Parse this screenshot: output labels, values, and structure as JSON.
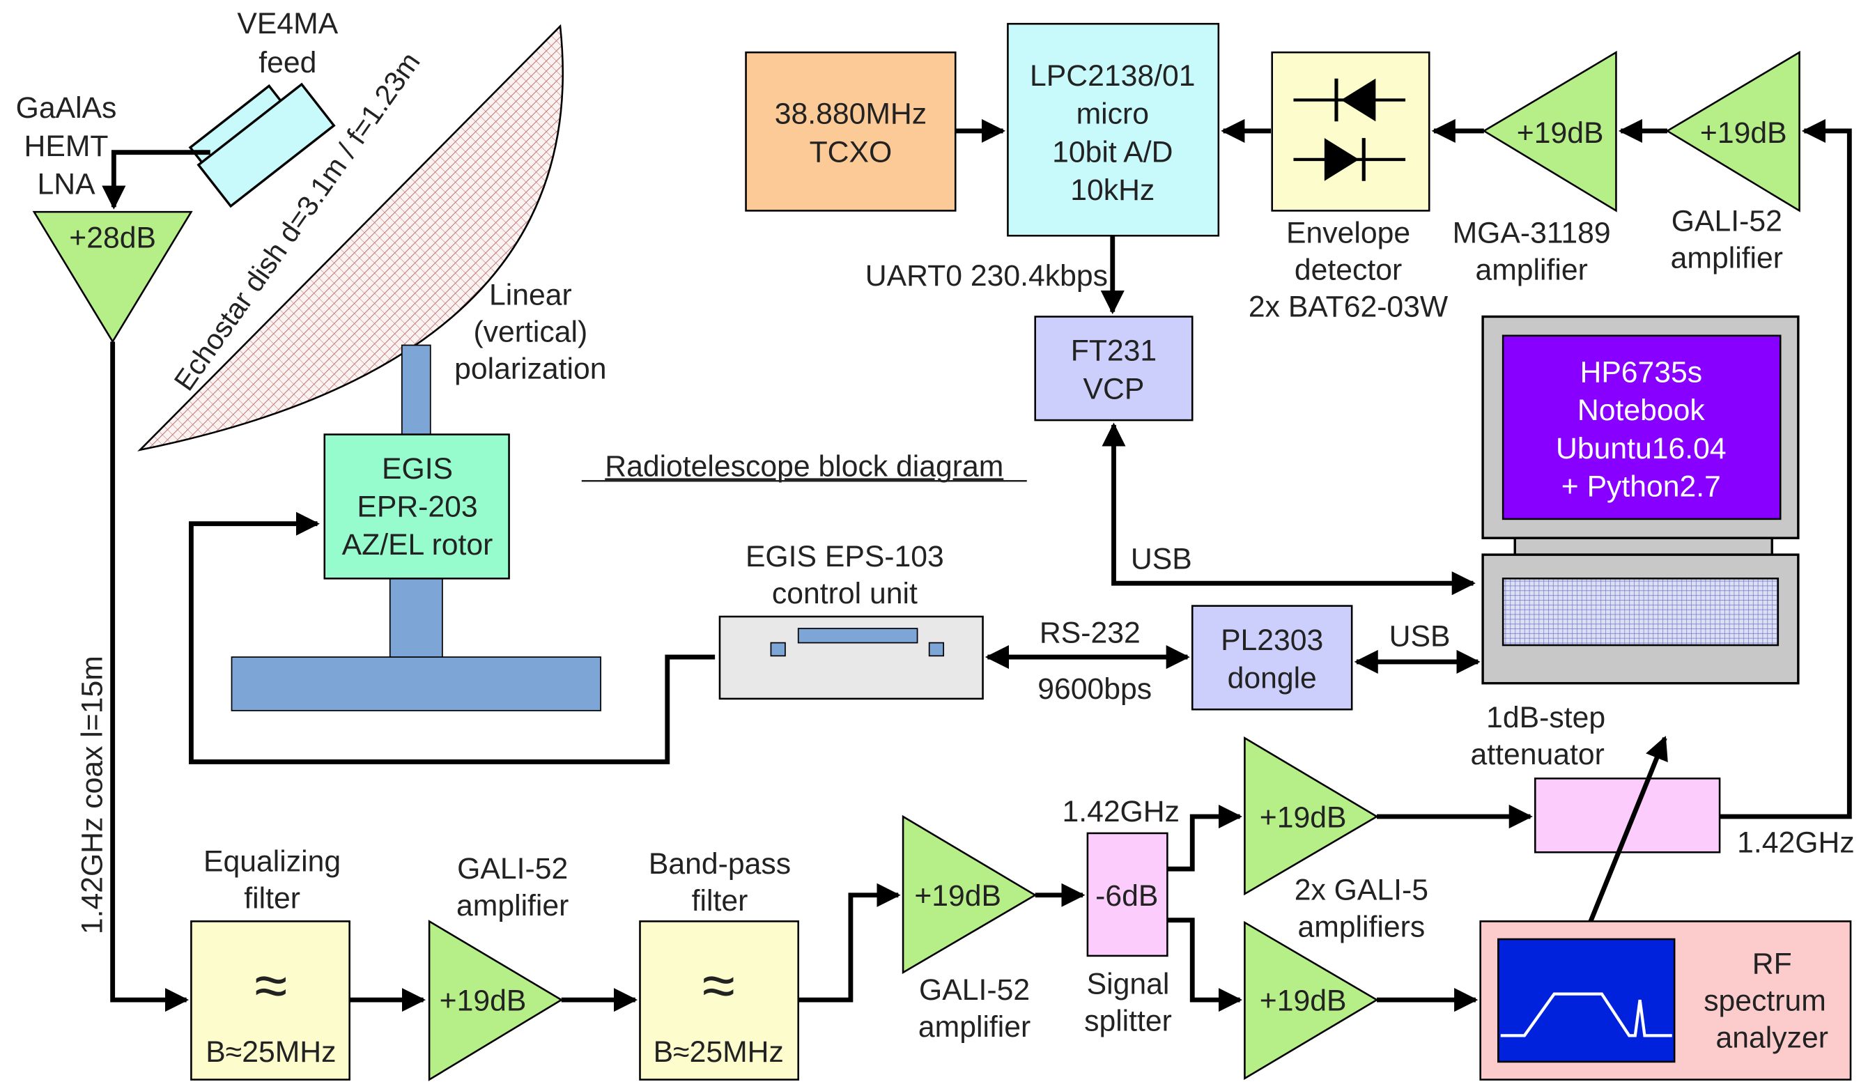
{
  "title": "Radiotelescope block diagram",
  "colors": {
    "amplifier": "#b6ee88",
    "filter": "#fcfccc",
    "micro": "#c8fafc",
    "tcxo": "#fcca96",
    "rotor": "#96fcce",
    "blue_part": "#7da5d6",
    "interface": "#cccefc",
    "laptop_screen": "#8800ff",
    "pink": "#fcccfc",
    "analyzer": "#fccccc",
    "analyzer_screen": "#0022dd",
    "control_unit": "#e8e8e8",
    "laptop_gray": "#c8c8c8"
  },
  "feed": {
    "lines": [
      "VE4MA",
      "feed"
    ]
  },
  "lna": {
    "label_lines": [
      "GaAlAs",
      "HEMT",
      "LNA"
    ],
    "gain": "+28dB"
  },
  "dish": {
    "label": "Echostar dish d=3.1m / f=1.23m"
  },
  "polarization": {
    "lines": [
      "Linear",
      "(vertical)",
      "polarization"
    ]
  },
  "rotor": {
    "lines": [
      "EGIS",
      "EPR-203",
      "AZ/EL rotor"
    ]
  },
  "coax": {
    "label": "1.42GHz coax l=15m"
  },
  "tcxo": {
    "lines": [
      "38.880MHz",
      "TCXO"
    ]
  },
  "micro": {
    "lines": [
      "LPC2138/01",
      "micro",
      "10bit A/D",
      "10kHz"
    ]
  },
  "envelope": {
    "caption_lines": [
      "Envelope",
      "detector",
      "2x BAT62-03W"
    ]
  },
  "mga_amp": {
    "gain": "+19dB",
    "caption_lines": [
      "MGA-31189",
      "amplifier"
    ]
  },
  "gali_amp_top": {
    "gain": "+19dB",
    "caption_lines": [
      "GALI-52",
      "amplifier"
    ]
  },
  "uart": {
    "label": "UART0 230.4kbps"
  },
  "ft231": {
    "lines": [
      "FT231",
      "VCP"
    ]
  },
  "laptop": {
    "lines": [
      "HP6735s",
      "Notebook",
      "Ubuntu16.04",
      "+ Python2.7"
    ]
  },
  "usb_top": {
    "label": "USB"
  },
  "control_unit": {
    "caption_lines": [
      "EGIS EPS-103",
      "control unit"
    ]
  },
  "rs232": {
    "label": "RS-232",
    "baud": "9600bps"
  },
  "pl2303": {
    "lines": [
      "PL2303",
      "dongle"
    ]
  },
  "usb_right": {
    "label": "USB"
  },
  "eq_filter": {
    "caption_lines": [
      "Equalizing",
      "filter"
    ],
    "symbol": "≈",
    "bandwidth": "B≈25MHz"
  },
  "gali_amp_1": {
    "gain": "+19dB",
    "caption_lines": [
      "GALI-52",
      "amplifier"
    ]
  },
  "bp_filter": {
    "caption_lines": [
      "Band-pass",
      "filter"
    ],
    "symbol": "≈",
    "bandwidth": "B≈25MHz"
  },
  "gali_amp_2": {
    "gain": "+19dB",
    "caption_lines": [
      "GALI-52",
      "amplifier"
    ]
  },
  "splitter": {
    "freq": "1.42GHz",
    "value": "-6dB",
    "caption_lines": [
      "Signal",
      "splitter"
    ]
  },
  "gali5_pair": {
    "gain_top": "+19dB",
    "gain_bottom": "+19dB",
    "caption_lines": [
      "2x GALI-5",
      "amplifiers"
    ]
  },
  "attenuator": {
    "caption_lines": [
      "1dB-step",
      "attenuator"
    ]
  },
  "freq_right": {
    "label": "1.42GHz"
  },
  "analyzer": {
    "lines": [
      "RF",
      "spectrum",
      "analyzer"
    ]
  }
}
